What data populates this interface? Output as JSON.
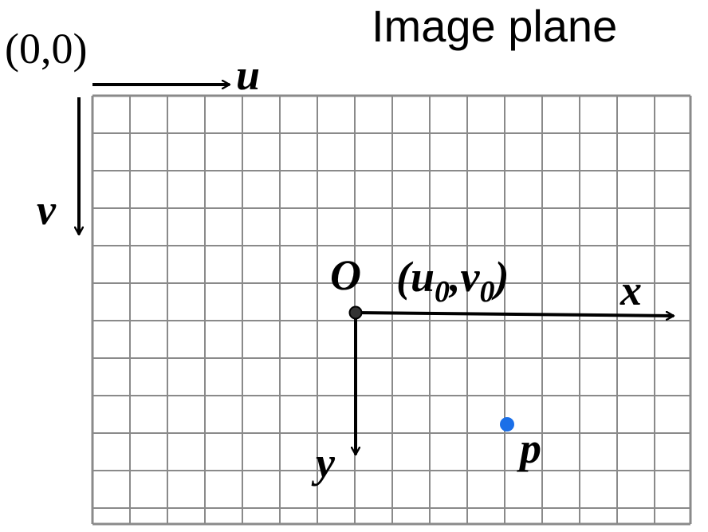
{
  "title": "Image plane",
  "origin_label": "(0,0)",
  "axis_u": "u",
  "axis_v": "v",
  "center_O": "O",
  "principal_point": {
    "open": "(",
    "u": "u",
    "u_sub": "0",
    "comma": ",",
    "v": "v",
    "v_sub": "0",
    "close": ")"
  },
  "axis_x": "x",
  "axis_y": "y",
  "point_p": "p",
  "colors": {
    "grid": "#8a8a8a",
    "arrow": "#000000",
    "point": "#1a6fe8",
    "center": "#333333"
  }
}
